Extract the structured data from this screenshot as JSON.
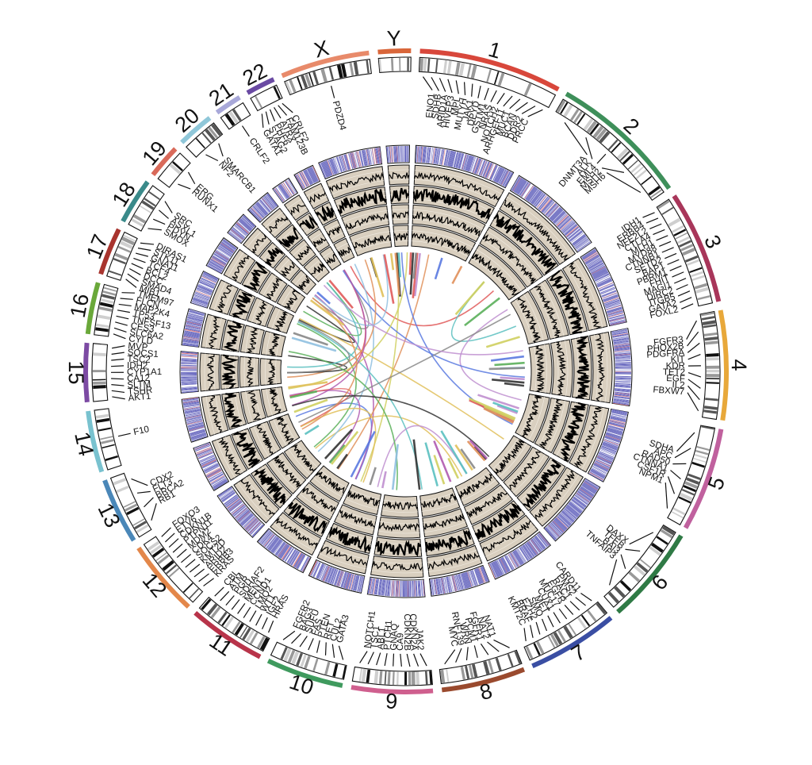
{
  "diagram": {
    "type": "circos-plot",
    "colors": {
      "track_background": "#d9cfbf",
      "density_track": "#6f6fc2",
      "density_highlight": "#e07a7a",
      "plot_line": "#000000"
    },
    "chromosomes": [
      {
        "label": "1",
        "color": "#d8473b",
        "genes": [
          "ENO1",
          "SDHB",
          "ARID1A",
          "HIVEP3",
          "MPL",
          "MUTYH",
          "JAK1",
          "DPYD",
          "GSTM1",
          "NRAS",
          "NOTCH2",
          "ARHGEF11",
          "MUC1",
          "BCAN",
          "DDR2",
          "PRCC"
        ]
      },
      {
        "label": "2",
        "color": "#3e8f5a",
        "genes": [
          "DNMT3A",
          "ALK",
          "EML4",
          "MSH2",
          "MSH6"
        ]
      },
      {
        "label": "3",
        "color": "#a8365a",
        "genes": [
          "IDH1",
          "ERBB4",
          "NFE2L2",
          "CTLA4",
          "MLH1",
          "MYD88",
          "CTNNB1",
          "SETD2",
          "BAP1",
          "PBRM1",
          "FHIT",
          "MAGI1",
          "DIRC2",
          "ITGB5",
          "GATA2",
          "FOXL2"
        ]
      },
      {
        "label": "4",
        "color": "#e8a83a",
        "genes": [
          "FGFR3",
          "PHOX2B",
          "PDGFRA",
          "KIT",
          "KDR",
          "TET2",
          "EGF",
          "IL2",
          "FBXW7"
        ]
      },
      {
        "label": "5",
        "color": "#c0619e",
        "genes": [
          "SDHA",
          "APC",
          "RAD50",
          "CTNNA1",
          "CSF1R",
          "NPM1"
        ]
      },
      {
        "label": "6",
        "color": "#2f7a45",
        "genes": [
          "DAXX",
          "TFEB",
          "BAI3",
          "TNFAIP3"
        ]
      },
      {
        "label": "7",
        "color": "#3a4ea3",
        "genes": [
          "CARD11",
          "PMS2",
          "RAC1",
          "EGFR",
          "MUC17",
          "CUX1",
          "MET",
          "SMO",
          "EZH2",
          "BRAF",
          "KMT2C"
        ]
      },
      {
        "label": "8",
        "color": "#9a4a2e",
        "genes": [
          "NAT1",
          "NAT2",
          "FGFR1",
          "PCM1",
          "WRN",
          "RNF139",
          "MYC"
        ]
      },
      {
        "label": "9",
        "color": "#cf5f8e",
        "genes": [
          "JAK2",
          "CDKN2A",
          "CDKN2B",
          "CA9",
          "GNAQ",
          "PTCH1",
          "ABL1",
          "TSC1",
          "NOTCH1"
        ]
      },
      {
        "label": "10",
        "color": "#3f9a5e",
        "genes": [
          "GATA3",
          "CUL2",
          "RET",
          "PTEN",
          "FAS",
          "SUFU",
          "BAG3",
          "FGFR2"
        ]
      },
      {
        "label": "11",
        "color": "#b8344a",
        "genes": [
          "HRAS",
          "IGF2",
          "WT1",
          "LMO2",
          "CCND1",
          "MEN1",
          "SDHAF2",
          "PGR",
          "ATM",
          "CBL"
        ]
      },
      {
        "label": "12",
        "color": "#e3874a",
        "genes": [
          "KRAS",
          "ERBB3",
          "ARID2",
          "KMT2D",
          "SOCS2",
          "CDK4",
          "MDM2",
          "PTPN11",
          "CDKN1B",
          "ETV6",
          "FOXO3"
        ]
      },
      {
        "label": "13",
        "color": "#4a87b8",
        "genes": [
          "RB1",
          "BRCA2",
          "FLT3",
          "CDX2"
        ]
      },
      {
        "label": "14",
        "color": "#79c2cf",
        "genes": [
          "F10"
        ]
      },
      {
        "label": "15",
        "color": "#7c4aa3",
        "genes": [
          "AKT1",
          "TSHR",
          "SLTM",
          "CA12",
          "CYP1A1",
          "IDH2",
          "TSC2",
          "SOCS1",
          "MVP"
        ]
      },
      {
        "label": "16",
        "color": "#6aa83a",
        "genes": [
          "CYLD",
          "SLC6A2",
          "CES3",
          "TNFSF13",
          "TP53",
          "MAP2K4",
          "FLCN",
          "TMEM97"
        ]
      },
      {
        "label": "17",
        "color": "#a8342e",
        "genes": [
          "MIB1",
          "SMAD4",
          "DCC",
          "BCL2",
          "TCF4",
          "GNA11",
          "STK11",
          "DIRAS1"
        ]
      },
      {
        "label": "18",
        "color": "#3a8a8a",
        "genes": [
          "SMOX",
          "PDYN",
          "ASXL1",
          "SRC"
        ]
      },
      {
        "label": "19",
        "color": "#d96a5a",
        "genes": [
          "RUNX1",
          "ERG"
        ]
      },
      {
        "label": "20",
        "color": "#8fc7d9",
        "genes": [
          "NF2",
          "SMARCB1"
        ]
      },
      {
        "label": "21",
        "color": "#a8a8d9",
        "genes": [
          "CRLF2"
        ]
      },
      {
        "label": "22",
        "color": "#6a4aa3",
        "genes": [
          "GATA1",
          "STAG2",
          "PHF6",
          "ATRX",
          "FAM123B",
          "CRLF2"
        ]
      },
      {
        "label": "X",
        "color": "#e88a6a",
        "genes": [
          "PDZD4"
        ]
      },
      {
        "label": "Y",
        "color": "#d9663a",
        "genes": []
      }
    ],
    "link_colors": [
      "#e05a5a",
      "#5a7ae0",
      "#e0c05a",
      "#5ab05a",
      "#b05ab0",
      "#5ac0c0",
      "#e0905a",
      "#888888",
      "#333333",
      "#c090d0",
      "#90c0e0",
      "#d0d060"
    ]
  }
}
